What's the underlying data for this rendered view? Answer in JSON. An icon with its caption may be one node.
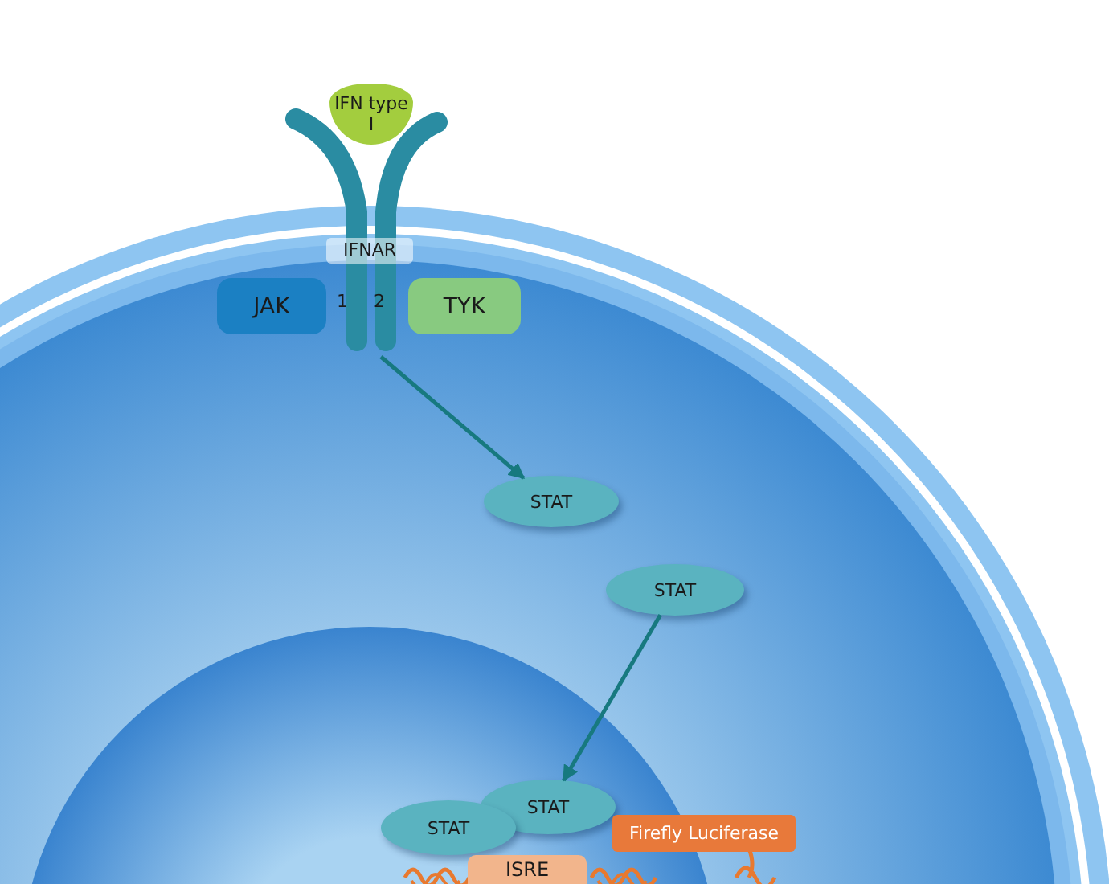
{
  "diagram": {
    "nodes": [
      {
        "text": [
          "IFN type I"
        ]
      },
      {
        "text": [
          "IFNAR"
        ]
      },
      {
        "text": [
          "JAK"
        ]
      },
      {
        "text": [
          "TYK"
        ]
      },
      {
        "text": [
          "STAT"
        ]
      },
      {
        "text": [
          "STAT"
        ]
      },
      {
        "text": [
          "STAT"
        ]
      },
      {
        "text": [
          "STAT"
        ]
      },
      {
        "text": [
          "Firefly Luciferase"
        ]
      },
      {
        "text": [
          "ISRE"
        ]
      }
    ],
    "edges": [
      {
        "from": 1,
        "to": 4,
        "arrow": "to"
      },
      {
        "from": 5,
        "to": 6,
        "arrow": "to"
      }
    ],
    "labels": [
      "1",
      "2"
    ]
  }
}
